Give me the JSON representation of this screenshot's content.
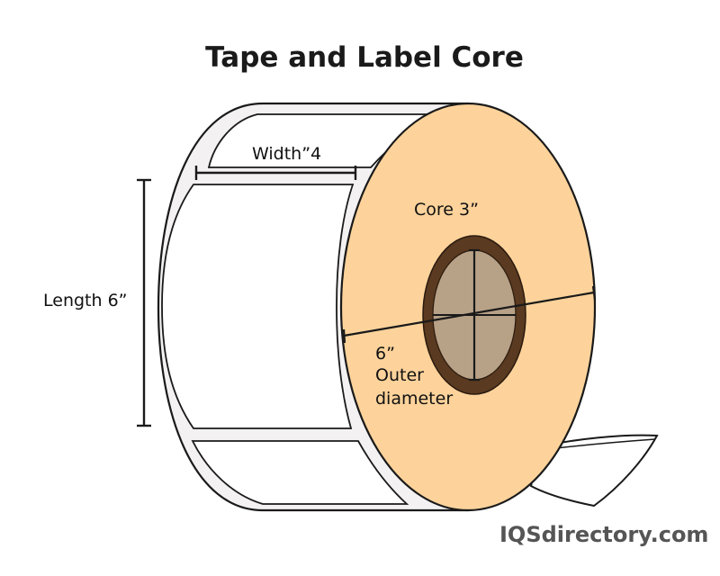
{
  "title": "Tape and Label Core",
  "labels": {
    "width": "Width”4",
    "length": "Length 6”",
    "core": "Core 3”",
    "outer_value": "6”",
    "outer_line1": "Outer",
    "outer_line2": "diameter"
  },
  "watermark": "IQSdirectory.com",
  "colors": {
    "roll_face": "#fdd39b",
    "core_ring": "#5a3a20",
    "core_hole": "#b7a187",
    "outline": "#1a1a1a",
    "label_stock": "#ffffff"
  }
}
